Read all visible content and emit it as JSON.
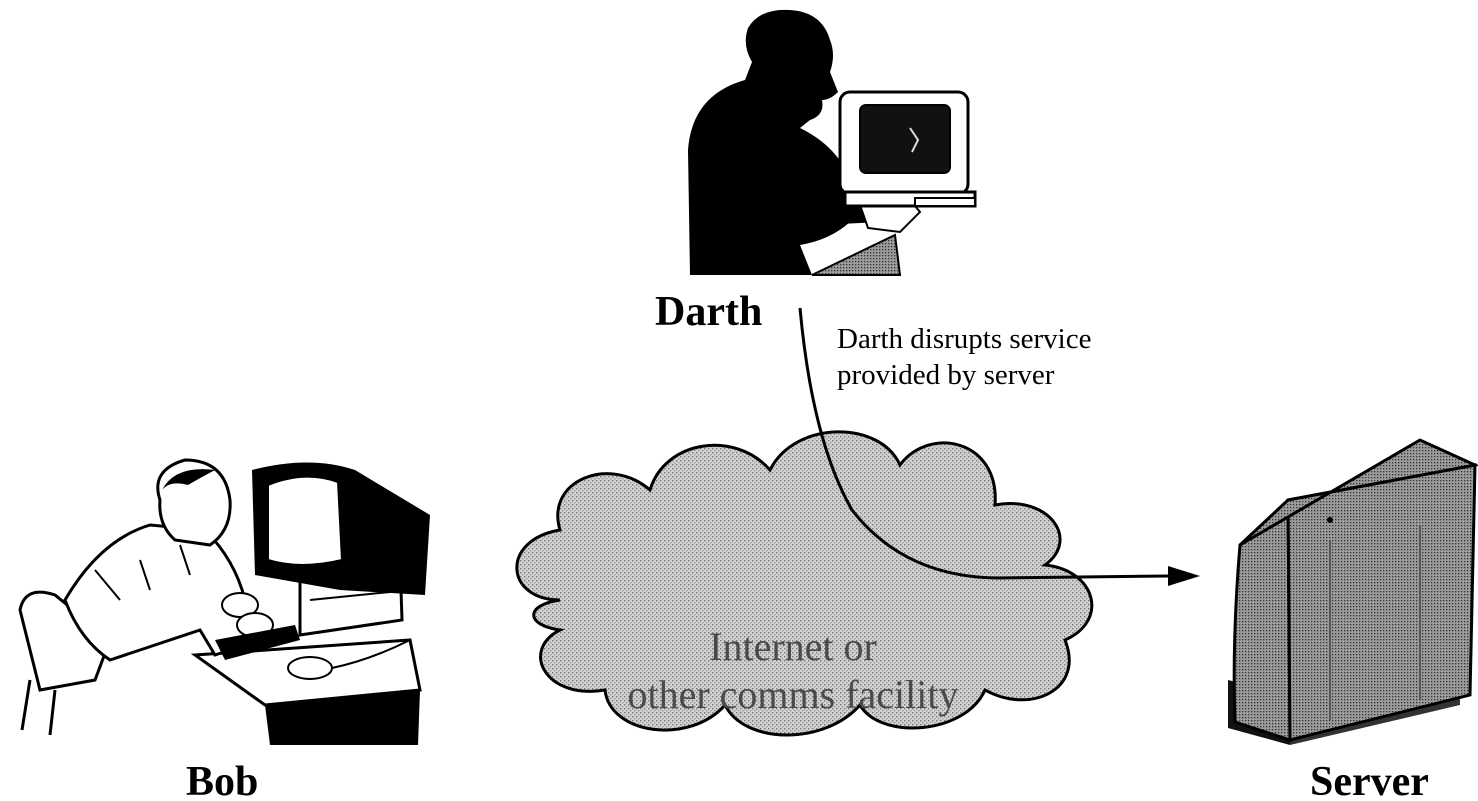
{
  "actors": {
    "darth": "Darth",
    "bob": "Bob",
    "server": "Server"
  },
  "annotation": {
    "line1": "Darth disrupts service",
    "line2": "provided by server"
  },
  "cloud": {
    "line1": "Internet or",
    "line2": "other comms facility"
  },
  "colors": {
    "ink": "#000000",
    "cloud_fill": "#c8c8c8",
    "server_fill": "#9a9a9a"
  }
}
